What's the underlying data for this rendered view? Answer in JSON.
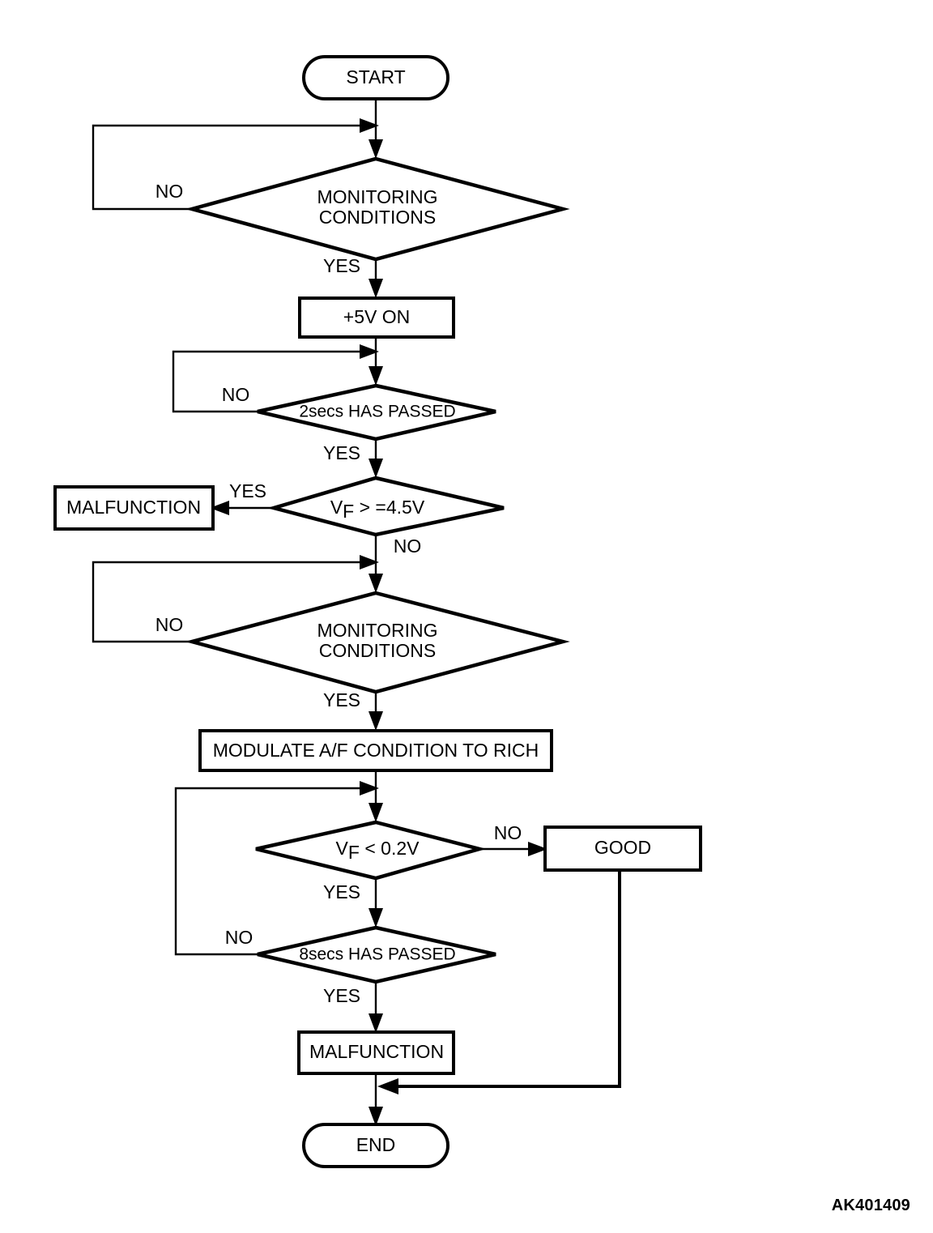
{
  "diagram": {
    "title": "START",
    "plate_id": "AK401409",
    "nodes": [
      {
        "id": "start",
        "type": "terminator",
        "label": "START"
      },
      {
        "id": "mon1",
        "type": "decision",
        "label_line1": "MONITORING",
        "label_line2": "CONDITIONS"
      },
      {
        "id": "fiveVon",
        "type": "process",
        "label": "+5V ON"
      },
      {
        "id": "twosecs",
        "type": "decision",
        "label": "2secs HAS PASSED"
      },
      {
        "id": "vf45",
        "type": "decision",
        "label_main": "V",
        "label_sub": "F",
        "label_tail": " > =4.5V"
      },
      {
        "id": "malfunction1",
        "type": "process",
        "label": "MALFUNCTION"
      },
      {
        "id": "mon2",
        "type": "decision",
        "label_line1": "MONITORING",
        "label_line2": "CONDITIONS"
      },
      {
        "id": "modulate",
        "type": "process",
        "label": "MODULATE A/F CONDITION TO RICH"
      },
      {
        "id": "vf02",
        "type": "decision",
        "label_main": "V",
        "label_sub": "F",
        "label_tail": " < 0.2V"
      },
      {
        "id": "good",
        "type": "process",
        "label": "GOOD"
      },
      {
        "id": "eightsecs",
        "type": "decision",
        "label": "8secs HAS PASSED"
      },
      {
        "id": "malfunction2",
        "type": "process",
        "label": "MALFUNCTION"
      },
      {
        "id": "end",
        "type": "terminator",
        "label": "END"
      }
    ],
    "edge_labels": {
      "mon1_no": "NO",
      "mon1_yes": "YES",
      "twosecs_no": "NO",
      "twosecs_yes": "YES",
      "vf45_yes": "YES",
      "vf45_no": "NO",
      "mon2_no": "NO",
      "mon2_yes": "YES",
      "vf02_no": "NO",
      "vf02_yes": "YES",
      "eightsecs_no": "NO",
      "eightsecs_yes": "YES"
    },
    "colors": {
      "stroke": "#000000",
      "fill": "#ffffff",
      "background": "#ffffff"
    }
  }
}
